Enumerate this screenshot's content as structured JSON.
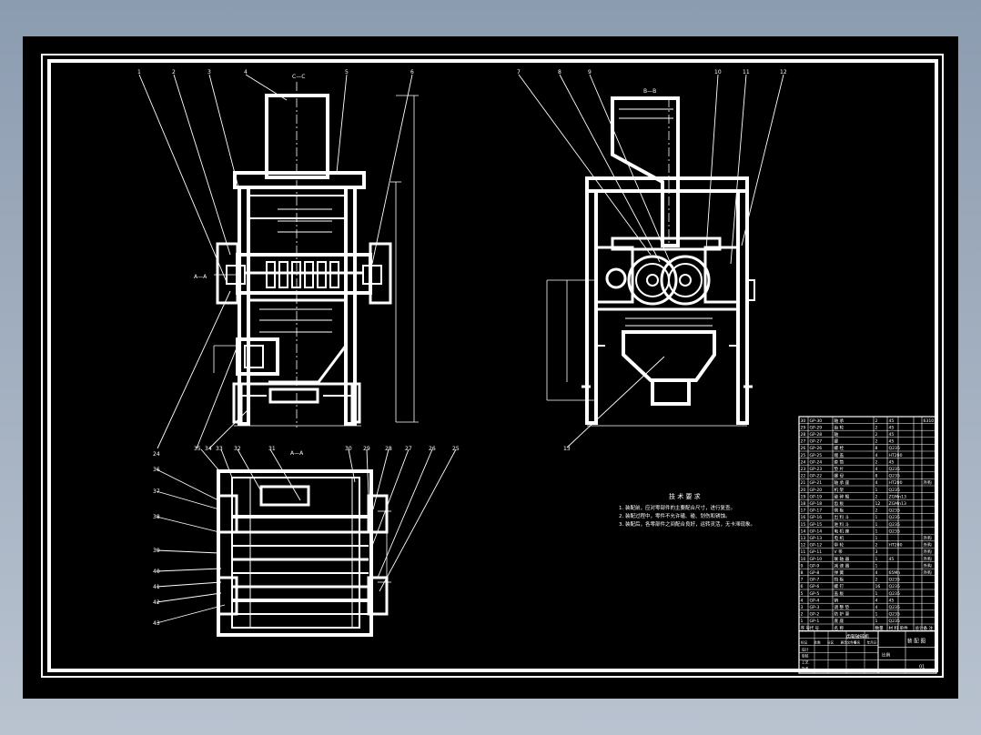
{
  "views": {
    "front": {
      "section_label": "C—C",
      "side_label": "A—A"
    },
    "side": {
      "section_label": "B—B"
    },
    "top": {
      "section_label": "A—A"
    }
  },
  "leaders": {
    "front_top": [
      "1",
      "2",
      "3",
      "4",
      "5",
      "6"
    ],
    "side_top": [
      "7",
      "8",
      "9",
      "10",
      "11",
      "12"
    ],
    "front_bottom": [
      "35",
      "34",
      "33",
      "32",
      "31",
      "30"
    ],
    "top_top": [
      "29",
      "28",
      "27",
      "26",
      "25",
      "24"
    ],
    "top_left": [
      "36",
      "37",
      "38",
      "39",
      "40",
      "41",
      "42",
      "43"
    ],
    "side_bottom": "13"
  },
  "tech_requirements": {
    "title": "技 术 要 求",
    "items": [
      "1. 装配前，应对零部件的主要配合尺寸，进行复查。",
      "2. 装配过程中，零件不允许磕、碰、划伤和锈蚀。",
      "3. 装配后，各零部件之间配合良好，运转灵活，无卡滞现象。"
    ]
  },
  "parts_list": {
    "rows": [
      {
        "no": "30",
        "code": "GP-30",
        "name": "轴 承",
        "qty": "2",
        "material": "45",
        "note": "6310"
      },
      {
        "no": "29",
        "code": "GP-29",
        "name": "齿 轮",
        "qty": "2",
        "material": "45",
        "note": ""
      },
      {
        "no": "28",
        "code": "GP-28",
        "name": "轴",
        "qty": "2",
        "material": "45",
        "note": ""
      },
      {
        "no": "27",
        "code": "GP-27",
        "name": "键",
        "qty": "2",
        "material": "45",
        "note": ""
      },
      {
        "no": "26",
        "code": "GP-26",
        "name": "螺 栓",
        "qty": "8",
        "material": "Q235",
        "note": ""
      },
      {
        "no": "25",
        "code": "GP-25",
        "name": "端 盖",
        "qty": "4",
        "material": "HT200",
        "note": ""
      },
      {
        "no": "24",
        "code": "GP-24",
        "name": "套 筒",
        "qty": "2",
        "material": "45",
        "note": ""
      },
      {
        "no": "23",
        "code": "GP-23",
        "name": "垫 片",
        "qty": "4",
        "material": "Q235",
        "note": ""
      },
      {
        "no": "22",
        "code": "GP-22",
        "name": "螺 母",
        "qty": "8",
        "material": "Q235",
        "note": ""
      },
      {
        "no": "21",
        "code": "GP-21",
        "name": "轴 承 座",
        "qty": "4",
        "material": "HT200",
        "note": "外购"
      },
      {
        "no": "20",
        "code": "GP-20",
        "name": "机 架",
        "qty": "1",
        "material": "Q235",
        "note": ""
      },
      {
        "no": "19",
        "code": "GP-19",
        "name": "破 碎 辊",
        "qty": "2",
        "material": "ZGMn13",
        "note": ""
      },
      {
        "no": "18",
        "code": "GP-18",
        "name": "齿 板",
        "qty": "12",
        "material": "ZGMn13",
        "note": ""
      },
      {
        "no": "17",
        "code": "GP-17",
        "name": "侧 板",
        "qty": "2",
        "material": "Q235",
        "note": ""
      },
      {
        "no": "16",
        "code": "GP-16",
        "name": "出 料 斗",
        "qty": "1",
        "material": "Q235",
        "note": ""
      },
      {
        "no": "15",
        "code": "GP-15",
        "name": "进 料 斗",
        "qty": "1",
        "material": "Q235",
        "note": ""
      },
      {
        "no": "14",
        "code": "GP-14",
        "name": "电 机 座",
        "qty": "1",
        "material": "Q235",
        "note": ""
      },
      {
        "no": "13",
        "code": "GP-13",
        "name": "电 机",
        "qty": "1",
        "material": "",
        "note": "外购"
      },
      {
        "no": "12",
        "code": "GP-12",
        "name": "带 轮",
        "qty": "2",
        "material": "HT200",
        "note": "外购"
      },
      {
        "no": "11",
        "code": "GP-11",
        "name": "V 带",
        "qty": "3",
        "material": "",
        "note": "外购"
      },
      {
        "no": "10",
        "code": "GP-10",
        "name": "联 轴 器",
        "qty": "1",
        "material": "45",
        "note": "外购"
      },
      {
        "no": "9",
        "code": "GP-9",
        "name": "减 速 器",
        "qty": "1",
        "material": "",
        "note": "外购"
      },
      {
        "no": "8",
        "code": "GP-8",
        "name": "弹 簧",
        "qty": "4",
        "material": "65Mn",
        "note": "外购"
      },
      {
        "no": "7",
        "code": "GP-7",
        "name": "挡 板",
        "qty": "2",
        "material": "Q235",
        "note": ""
      },
      {
        "no": "6",
        "code": "GP-6",
        "name": "螺 钉",
        "qty": "16",
        "material": "Q235",
        "note": ""
      },
      {
        "no": "5",
        "code": "GP-5",
        "name": "盖 板",
        "qty": "1",
        "material": "Q235",
        "note": ""
      },
      {
        "no": "4",
        "code": "GP-4",
        "name": "销",
        "qty": "4",
        "material": "45",
        "note": ""
      },
      {
        "no": "3",
        "code": "GP-3",
        "name": "调 整 垫",
        "qty": "4",
        "material": "Q235",
        "note": ""
      },
      {
        "no": "2",
        "code": "GP-2",
        "name": "防 护 罩",
        "qty": "1",
        "material": "Q235",
        "note": ""
      },
      {
        "no": "1",
        "code": "GP-1",
        "name": "底 座",
        "qty": "1",
        "material": "Q235",
        "note": ""
      }
    ],
    "header": {
      "no": "序 号",
      "code": "代 号",
      "name": "名 称",
      "qty": "数量",
      "material": "材 料",
      "weight": "单件",
      "total": "总计",
      "note": "备 注"
    }
  },
  "title_block": {
    "drawing_title": "齿辊破碎机",
    "sheet_name": "装 配 图",
    "scale_label": "比例",
    "sheet_no": "01",
    "row_labels": [
      "标记",
      "处数",
      "分区",
      "更改文件号",
      "签名",
      "年月日"
    ],
    "roles": [
      "设计",
      "审核",
      "工艺",
      "批准"
    ]
  }
}
